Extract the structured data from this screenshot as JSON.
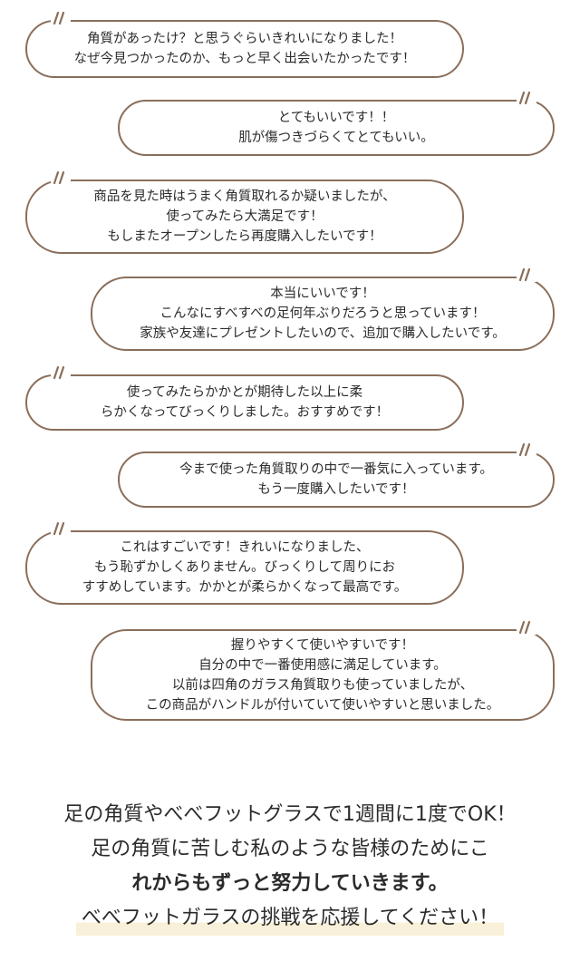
{
  "reviews": [
    {
      "side": "left",
      "lines": [
        "角質があったけ？と思うぐらいきれいになりました！",
        "なぜ今見つかったのか、もっと早く出会いたかったです！"
      ]
    },
    {
      "side": "right",
      "lines": [
        "とてもいいです！！",
        "肌が傷つきづらくてとてもいい。"
      ]
    },
    {
      "side": "left",
      "lines": [
        "商品を見た時はうまく角質取れるか疑いましたが、",
        "使ってみたら大満足です！",
        "もしまたオープンしたら再度購入したいです！"
      ]
    },
    {
      "side": "right",
      "lines": [
        "本当にいいです！",
        "こんなにすべすべの足何年ぶりだろうと思っています！",
        "家族や友達にプレゼントしたいので、追加で購入したいです。"
      ]
    },
    {
      "side": "left",
      "lines": [
        "使ってみたらかかとが期待した以上に柔",
        "らかくなってびっくりしました。おすすめです！"
      ]
    },
    {
      "side": "right",
      "lines": [
        "今まで使った角質取りの中で一番気に入っています。",
        "もう一度購入したいです！"
      ]
    },
    {
      "side": "left",
      "lines": [
        "これはすごいです！きれいになりました、",
        "もう恥ずかしくありません。びっくりして周りにお",
        "すすめしています。かかとが柔らかくなって最高です。"
      ]
    },
    {
      "side": "right",
      "lines": [
        "握りやすくて使いやすいです！",
        "自分の中で一番使用感に満足しています。",
        "以前は四角のガラス角質取りも使っていましたが、",
        "この商品がハンドルが付いていて使いやすいと思いました。"
      ]
    }
  ],
  "footer": {
    "line1": "足の角質やべべフットグラスで1週間に1度でOK！",
    "line2": "足の角質に苦しむ私のような皆様のためにこ",
    "line3": "れからもずっと努力していきます。",
    "line4": "べべフットガラスの挑戦を応援してください！"
  },
  "colors": {
    "bubble_border": "#8a6e5a",
    "highlight": "#f8f0d8",
    "text": "#2b2b2b"
  }
}
